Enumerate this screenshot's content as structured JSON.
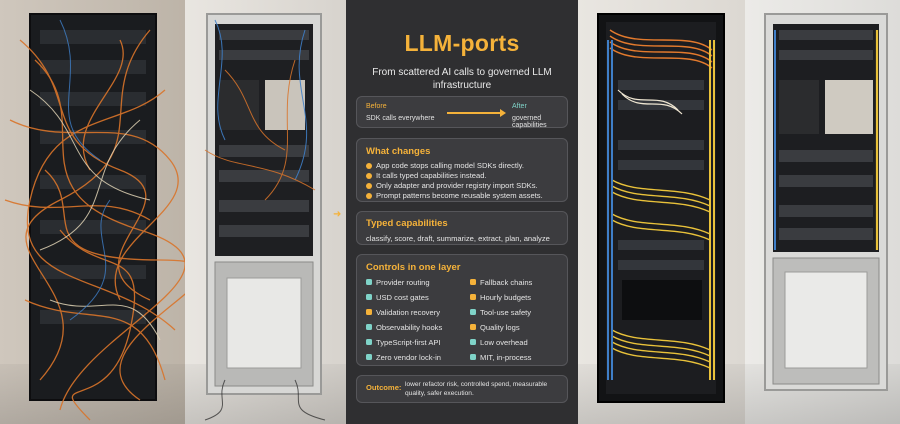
{
  "panel": {
    "title": "LLM-ports",
    "subtitle": "From scattered AI calls to governed LLM infrastructure",
    "accent": "#f5b23a",
    "teal": "#7fd3c8",
    "before_after": {
      "before_label": "Before",
      "before_value": "SDK calls everywhere",
      "after_label": "After",
      "after_value": "governed capabilities"
    },
    "what_changes": {
      "heading": "What changes",
      "items": [
        "App code stops calling model SDKs directly.",
        "It calls typed capabilities instead.",
        "Only adapter and provider registry import SDKs.",
        "Prompt patterns become reusable system assets."
      ]
    },
    "typed_capabilities": {
      "heading": "Typed capabilities",
      "line": "classify, score, draft, summarize, extract, plan, analyze"
    },
    "controls": {
      "heading": "Controls in one layer",
      "left": [
        "Provider routing",
        "USD cost gates",
        "Validation recovery",
        "Observability hooks",
        "TypeScript-first API",
        "Zero vendor lock-in"
      ],
      "right": [
        "Fallback chains",
        "Hourly budgets",
        "Tool-use safety",
        "Quality logs",
        "Low overhead",
        "MIT, in-process"
      ]
    },
    "outcome": {
      "label": "Outcome:",
      "text": "lower refactor risk, controlled spend, measurable quality, safer execution."
    }
  },
  "arrows": {
    "glyph": "➜"
  }
}
